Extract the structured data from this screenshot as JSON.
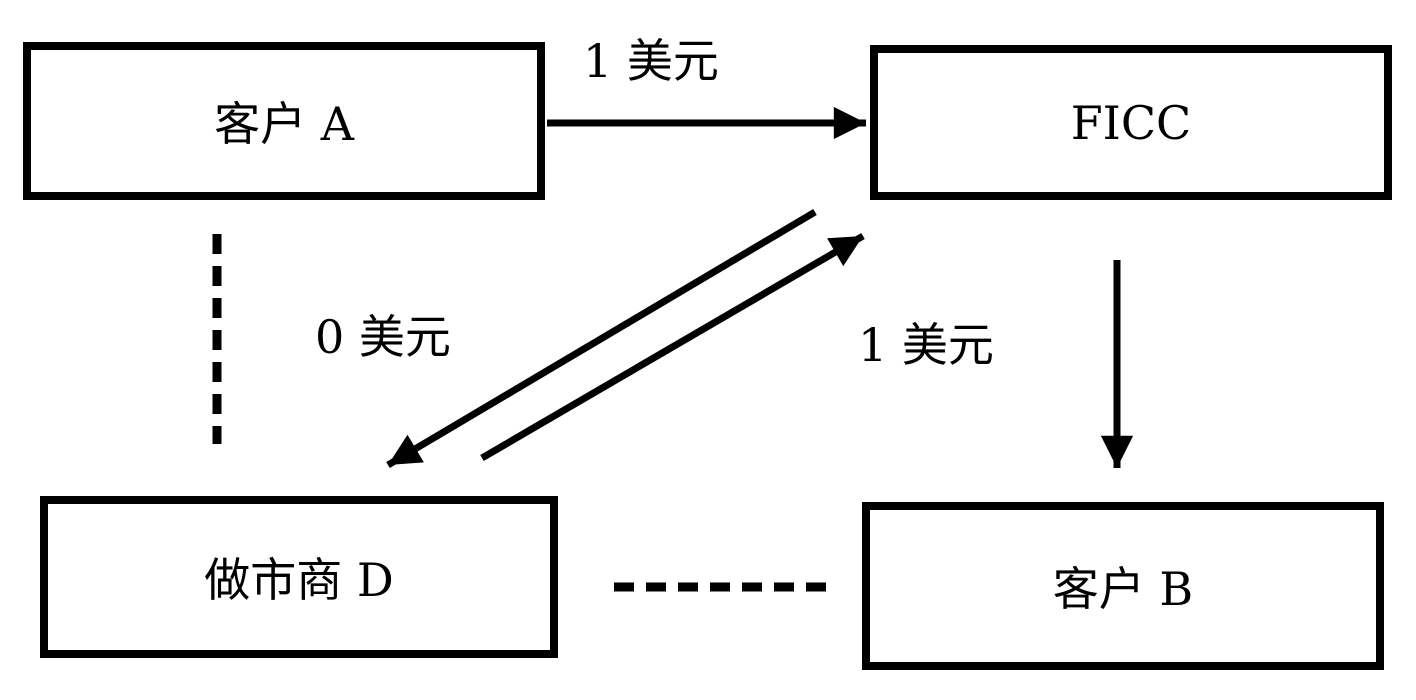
{
  "nodes": {
    "client_a": "客户 A",
    "ficc": "FICC",
    "market_maker_d": "做市商 D",
    "client_b": "客户 B"
  },
  "edge_labels": {
    "a_to_ficc": "1 美元",
    "ficc_d": "0 美元",
    "ficc_to_b": "1 美元"
  }
}
